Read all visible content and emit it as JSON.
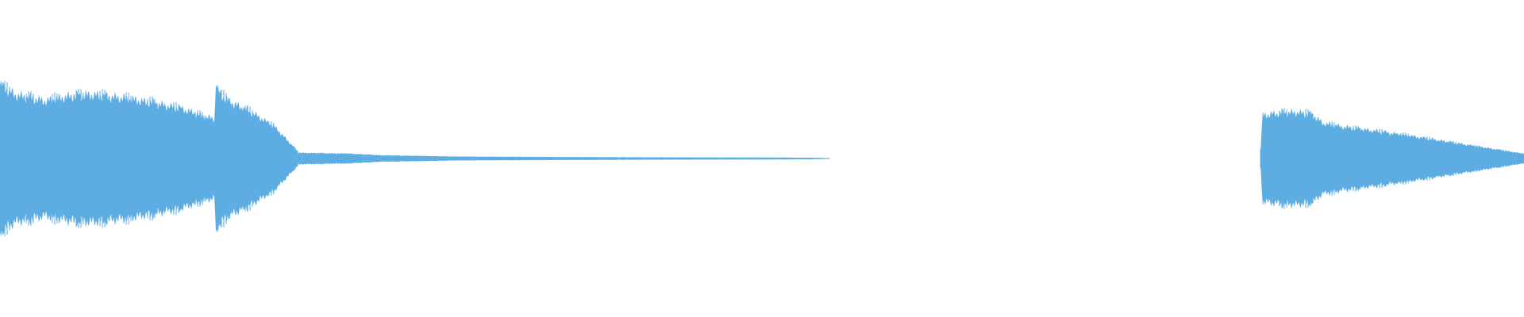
{
  "waveform": {
    "color": "#5dade2",
    "background": "#ffffff",
    "segments": [
      {
        "start": 0.0,
        "end": 0.545,
        "envelope": [
          [
            0.0,
            0.46
          ],
          [
            0.01,
            0.4
          ],
          [
            0.03,
            0.36
          ],
          [
            0.045,
            0.39
          ],
          [
            0.06,
            0.4
          ],
          [
            0.08,
            0.38
          ],
          [
            0.1,
            0.35
          ],
          [
            0.12,
            0.31
          ],
          [
            0.135,
            0.26
          ],
          [
            0.141,
            0.25
          ],
          [
            0.1415,
            0.5
          ],
          [
            0.143,
            0.42
          ],
          [
            0.15,
            0.36
          ],
          [
            0.165,
            0.29
          ],
          [
            0.18,
            0.2
          ],
          [
            0.192,
            0.08
          ],
          [
            0.196,
            0.036
          ],
          [
            0.23,
            0.03
          ],
          [
            0.25,
            0.02
          ],
          [
            0.3,
            0.012
          ],
          [
            0.4,
            0.008
          ],
          [
            0.5,
            0.006
          ],
          [
            0.53,
            0.005
          ],
          [
            0.545,
            0.002
          ]
        ]
      },
      {
        "start": 0.827,
        "end": 1.0,
        "envelope": [
          [
            0.827,
            0.04
          ],
          [
            0.8285,
            0.27
          ],
          [
            0.835,
            0.28
          ],
          [
            0.85,
            0.29
          ],
          [
            0.858,
            0.28
          ],
          [
            0.862,
            0.27
          ],
          [
            0.868,
            0.22
          ],
          [
            0.88,
            0.2
          ],
          [
            0.9,
            0.175
          ],
          [
            0.92,
            0.15
          ],
          [
            0.94,
            0.12
          ],
          [
            0.96,
            0.09
          ],
          [
            0.98,
            0.06
          ],
          [
            1.0,
            0.03
          ]
        ]
      }
    ]
  }
}
